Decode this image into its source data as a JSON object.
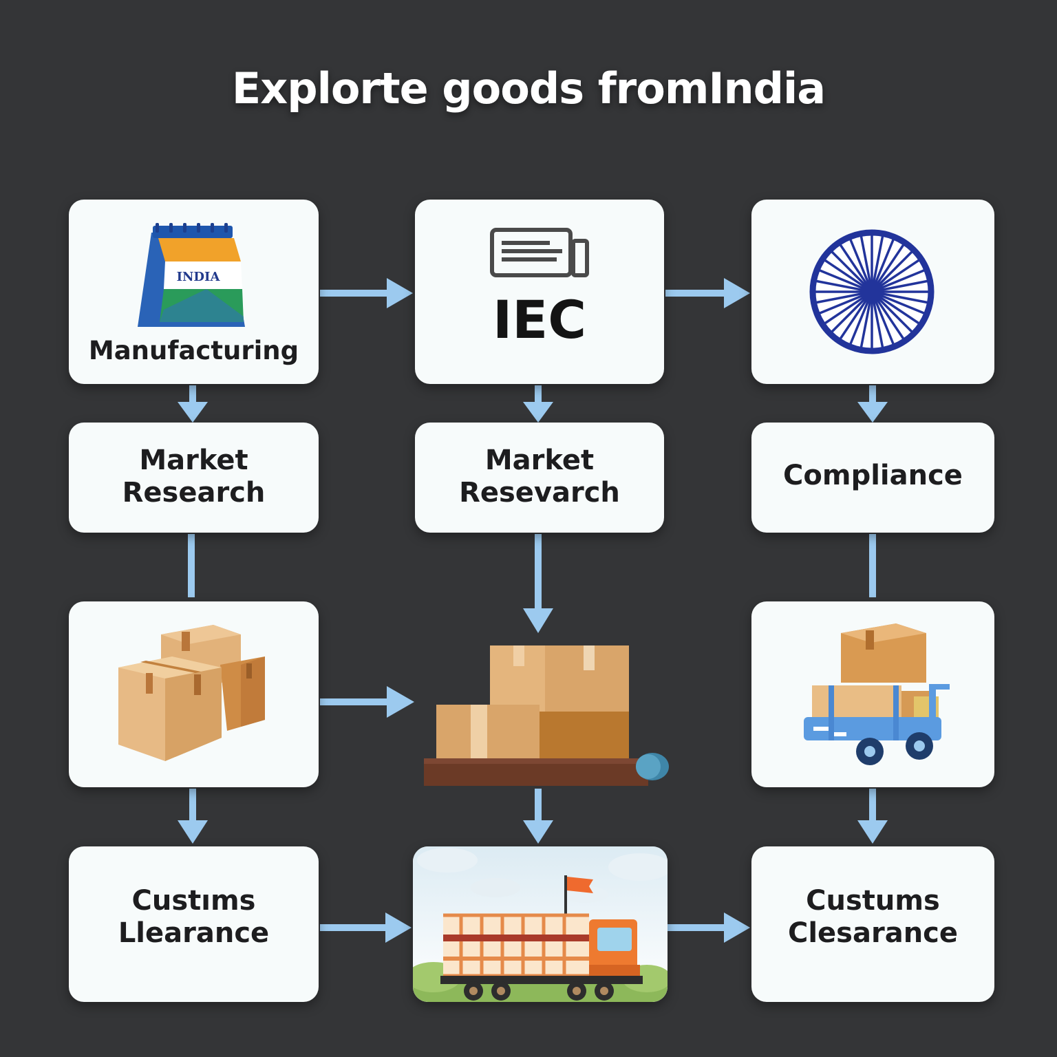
{
  "title": "Explorte goods fromIndia",
  "cards": {
    "manufacturing": {
      "label": "Manufacturing",
      "icon": "india-calendar-icon",
      "icon_text": "INDIA"
    },
    "iec": {
      "label": "IEC",
      "icon": "document-icon"
    },
    "emblem": {
      "icon": "ashoka-chakra-icon"
    },
    "market_research_1": {
      "line1": "Market",
      "line2": "Research"
    },
    "market_research_2": {
      "line1": "Market",
      "line2": "Resevarch"
    },
    "compliance": {
      "label": "Compliance"
    },
    "boxes": {
      "icon": "boxes-icon"
    },
    "pallet": {
      "icon": "pallet-boxes-icon"
    },
    "cart": {
      "icon": "cart-boxes-icon"
    },
    "customs_1": {
      "line1": "Custıms",
      "line2": "Llearance"
    },
    "truck": {
      "icon": "truck-icon"
    },
    "customs_2": {
      "line1": "Custums",
      "line2": "Clesarance"
    }
  },
  "colors": {
    "background": "#343537",
    "card": "#f7fbfb",
    "arrow": "#9ccaef",
    "text": "#1d1d1f",
    "chakra": "#22349b"
  }
}
